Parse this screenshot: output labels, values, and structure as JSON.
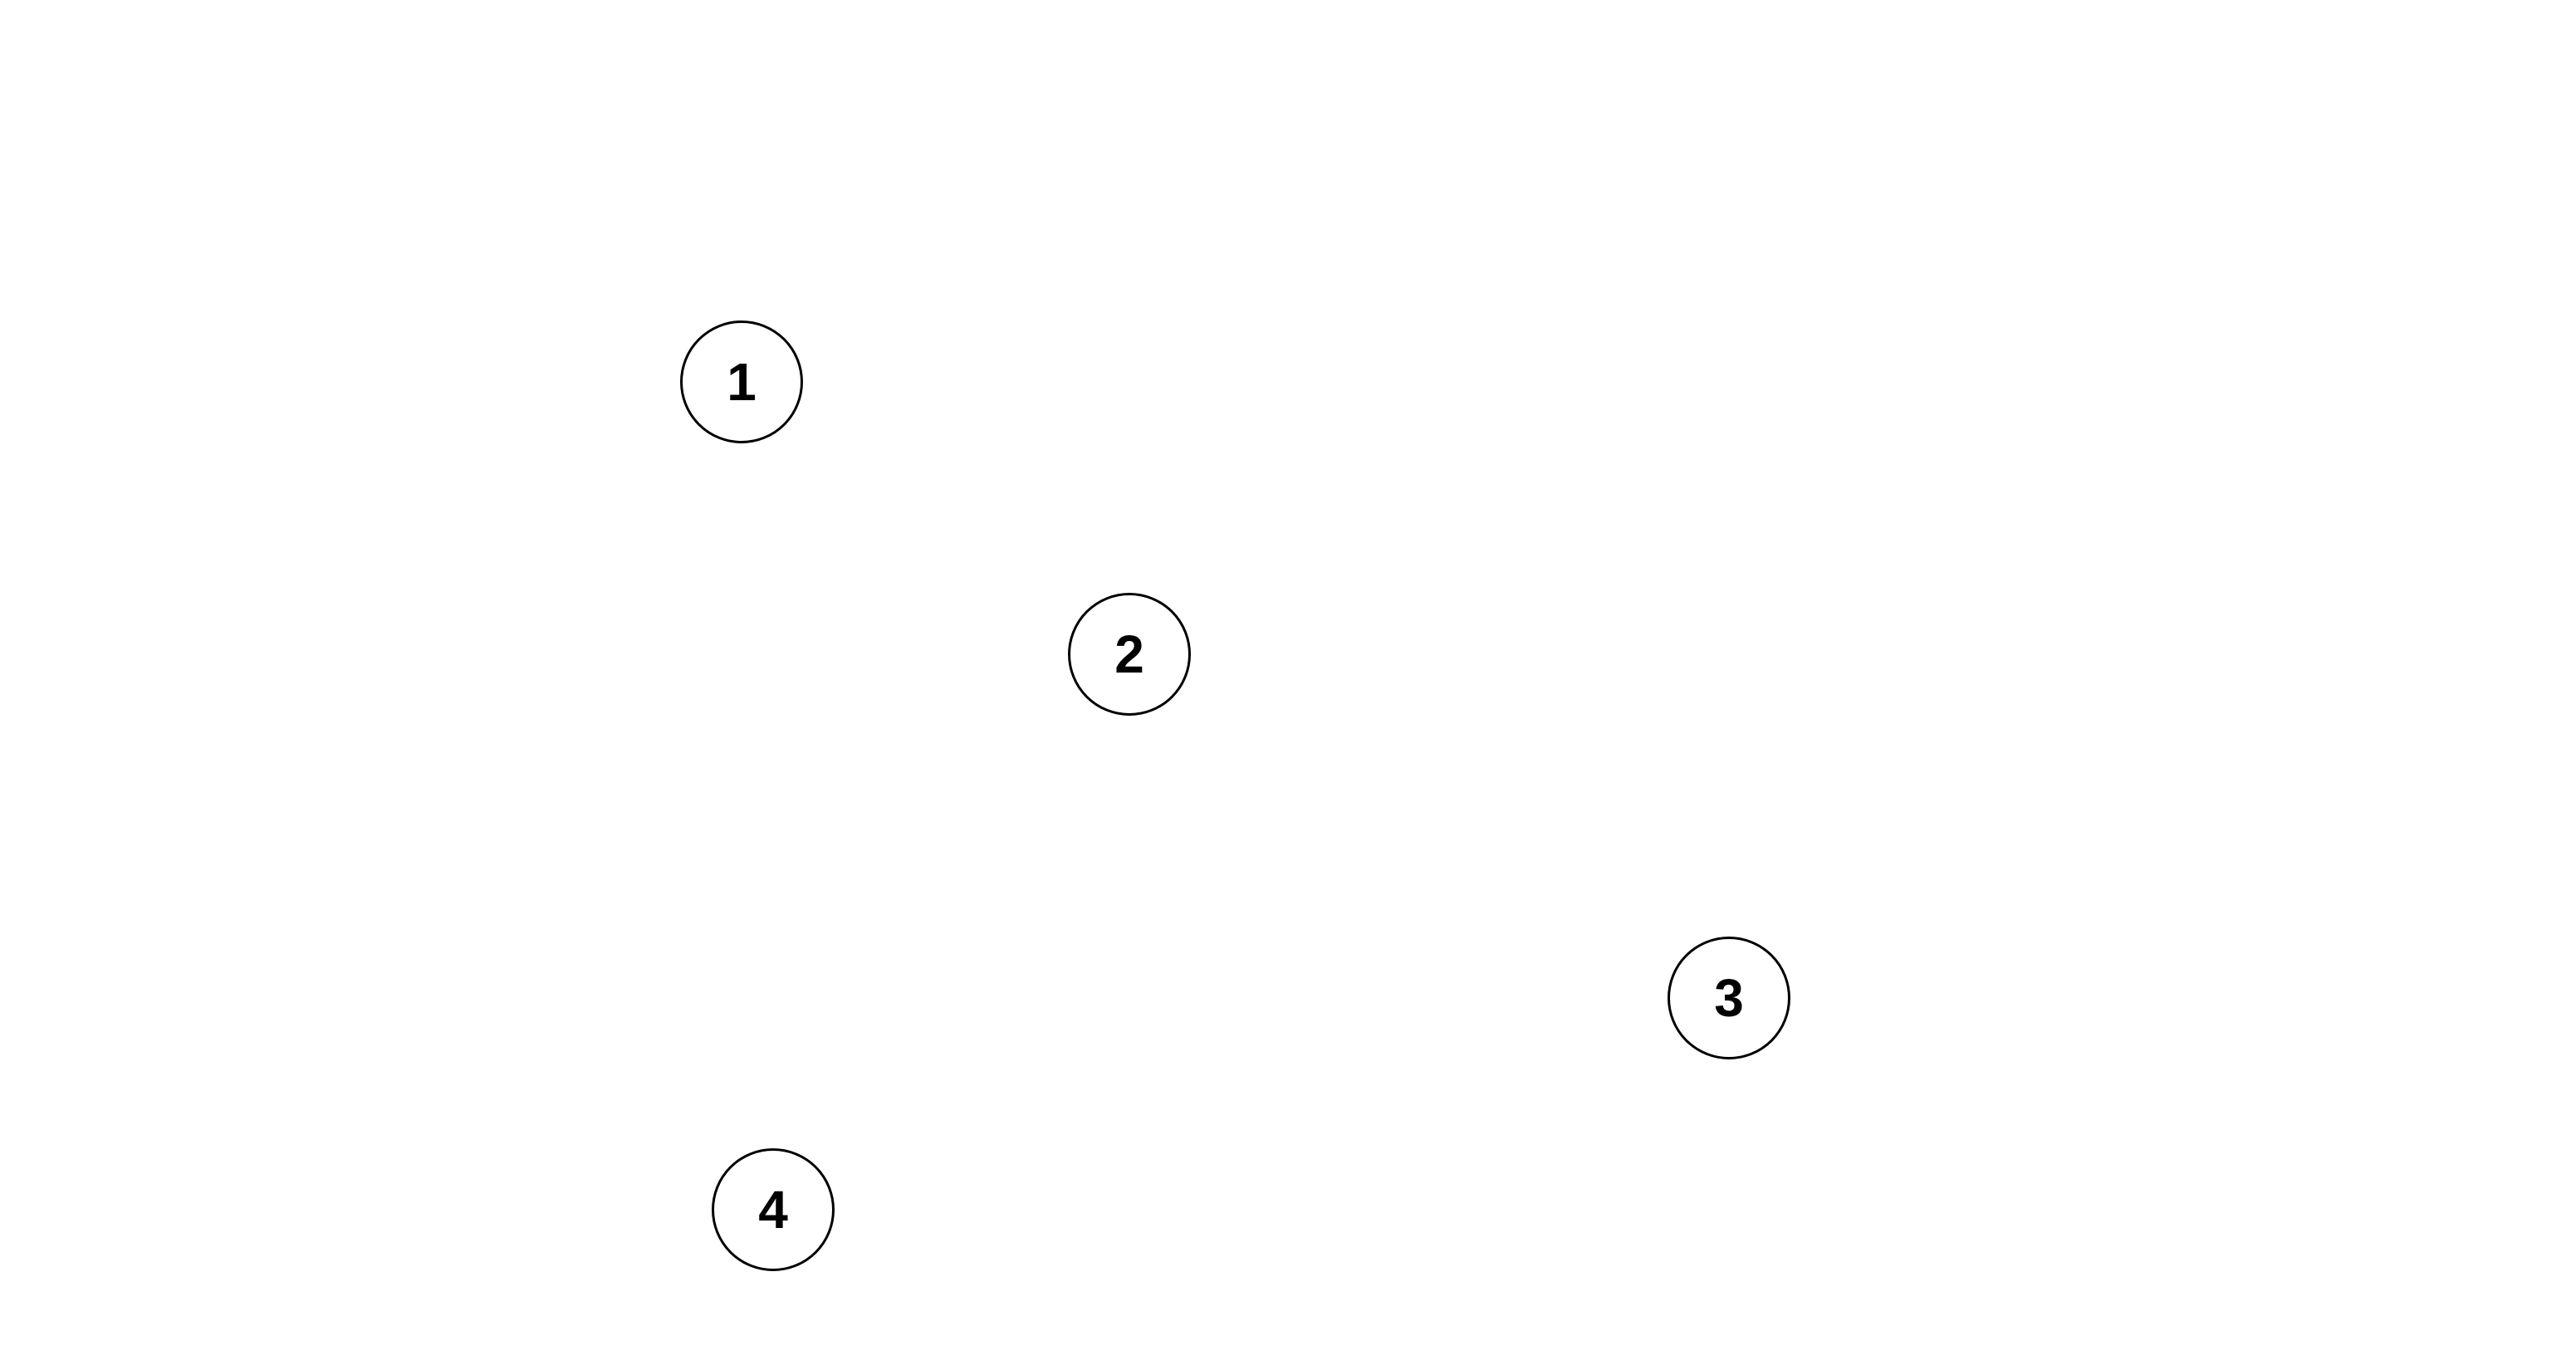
{
  "nodes": [
    {
      "label": "1"
    },
    {
      "label": "2"
    },
    {
      "label": "3"
    },
    {
      "label": "4"
    }
  ],
  "colors": {
    "background": "#ffffff",
    "stroke": "#000000",
    "text": "#000000"
  }
}
